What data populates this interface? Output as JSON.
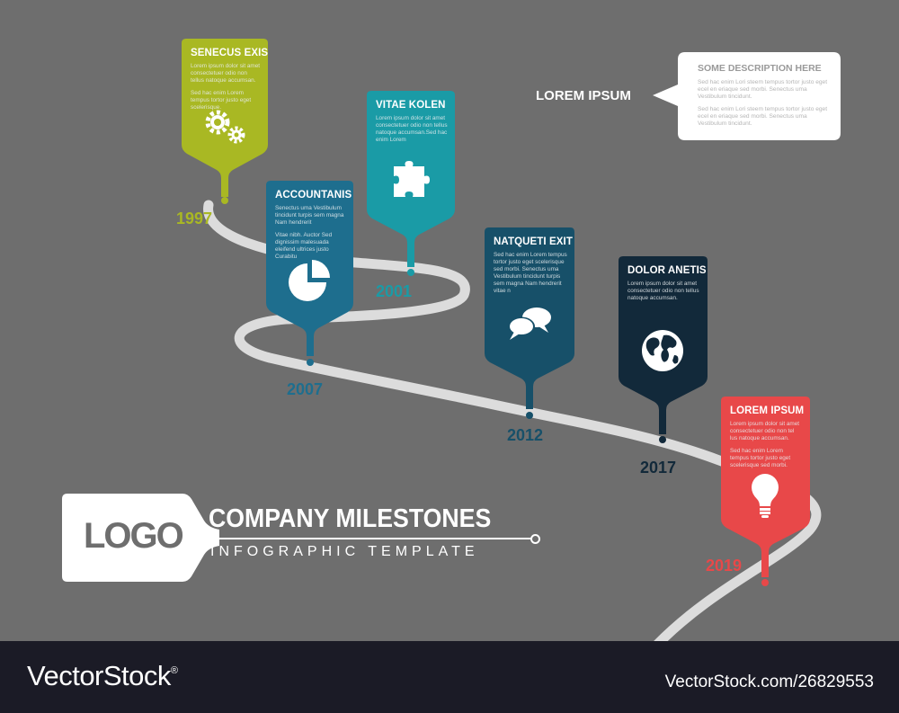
{
  "header": {
    "lorem_label": "LOREM IPSUM",
    "description": {
      "title": "SOME DESCRIPTION HERE",
      "para1": "Sed hac enim Lori steem tempus tortor justo eget ecel en eriaque sed morbi. Senectus uma Vestibulum tincidunt.",
      "para2": "Sed hac enim Lori steem tempus tortor justo eget ecel en eriaque sed morbi. Senectus uma Vestibulum tincidunt."
    }
  },
  "milestones": [
    {
      "title": "SENECUS EXIS",
      "para1": "Lorem ipsum dolor sit amet consectetuer odio non tellus natoque accumsan.",
      "para2": "Sed hac enim Lorem tempus tortor justo eget scelerisque.",
      "year": "1997",
      "color": "#a9b823",
      "icon": "gears-icon"
    },
    {
      "title": "ACCOUNTANIS",
      "para1": "Senectus uma Vestibulum tincidunt turpis sem magna Nam hendrerit",
      "para2": "Vitae nibh. Auctor Sed dignissim malesuada eleifend ultrices justo Curabitu",
      "year": "2007",
      "color": "#1e6e8e",
      "icon": "pie-chart-icon"
    },
    {
      "title": "VITAE KOLEN",
      "para1": "Lorem ipsum dolor sit amet consectetuer odio non tellus natoque accumsan.Sed hac enim Lorem",
      "para2": "",
      "year": "2001",
      "color": "#1a9ba6",
      "icon": "puzzle-icon"
    },
    {
      "title": "NATQUETI EXIT",
      "para1": "Sed hac enim Lorem tempus tortor justo eget scelerisque sed morbi. Senectus uma Vestibulum tincidunt turpis sem magna Nam hendrerit vitae n",
      "para2": "",
      "year": "2012",
      "color": "#175069",
      "icon": "chat-bubbles-icon"
    },
    {
      "title": "DOLOR ANETIS",
      "para1": "Lorem ipsum dolor sit amet consectetuer odio non tellus natoque accumsan.",
      "para2": "",
      "year": "2017",
      "color": "#12293a",
      "icon": "globe-icon"
    },
    {
      "title": "LOREM IPSUM",
      "para1": "Lorem ipsum dolor sit amet consectetuer odio non tel lus natoque accumsan.",
      "para2": "Sed hac enim Lorem tempus tortor justo eget scelerisque sed morbi.",
      "year": "2019",
      "color": "#e84849",
      "icon": "lightbulb-icon"
    }
  ],
  "branding": {
    "logo": "LOGO",
    "title": "COMPANY MILESTONES",
    "subtitle": "INFOGRAPHIC TEMPLATE"
  },
  "footer": {
    "brand": "VectorStock",
    "registered": "®",
    "stock_id": "VectorStock.com/26829553"
  }
}
